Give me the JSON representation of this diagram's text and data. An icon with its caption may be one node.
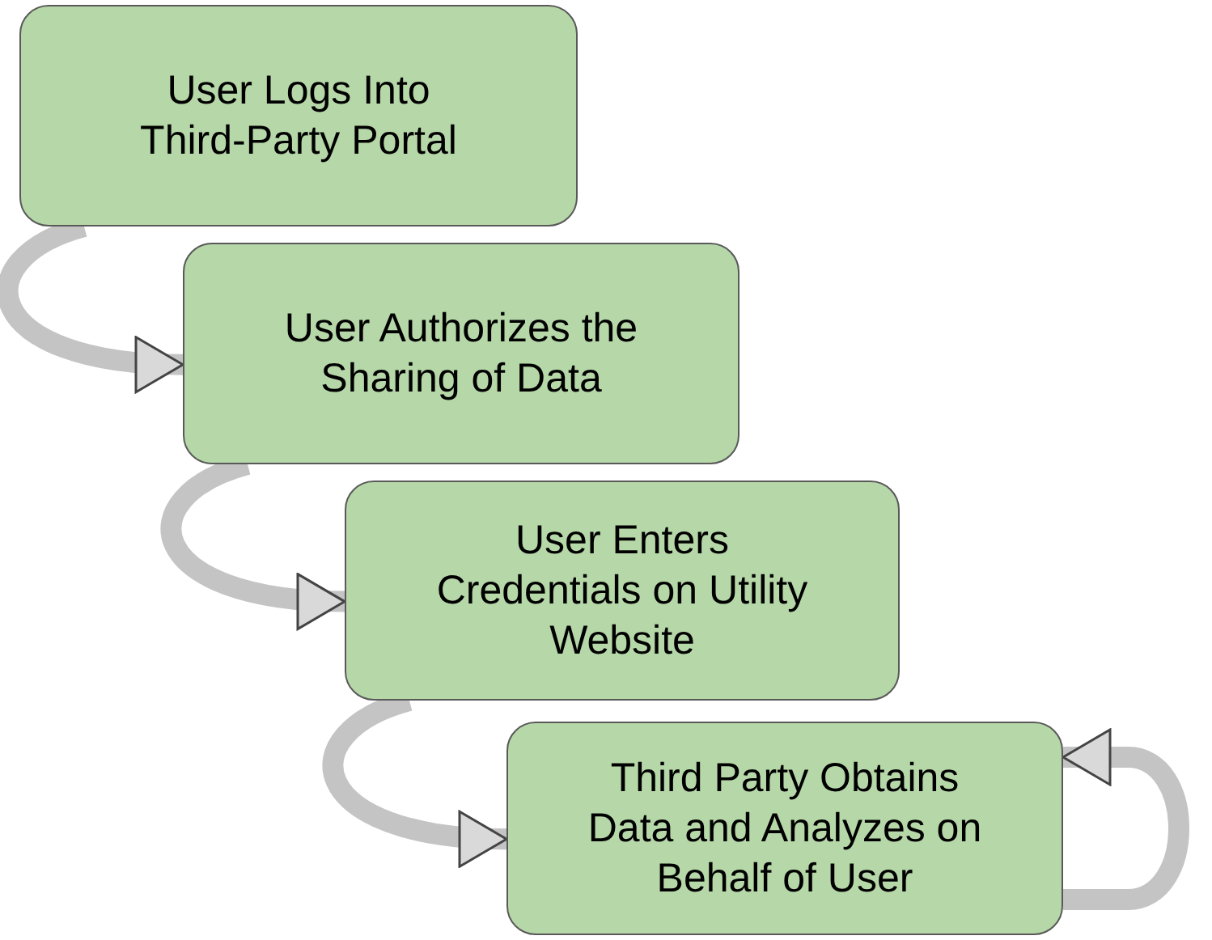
{
  "diagram": {
    "nodes": [
      {
        "text": [
          "User Logs Into Third-Party Portal"
        ]
      },
      {
        "text": [
          "User Authorizes the Sharing of Data"
        ]
      },
      {
        "text": [
          "User Enters Credentials on Utility Website"
        ]
      },
      {
        "text": [
          "Third Party Obtains Data and Analyzes on Behalf of User"
        ]
      }
    ],
    "edges": [
      {
        "from": 0,
        "to": 1,
        "arrow": "to"
      },
      {
        "from": 1,
        "to": 2,
        "arrow": "to"
      },
      {
        "from": 2,
        "to": 3,
        "arrow": "to"
      },
      {
        "from": 3,
        "to": 3,
        "arrow": "to"
      }
    ]
  }
}
